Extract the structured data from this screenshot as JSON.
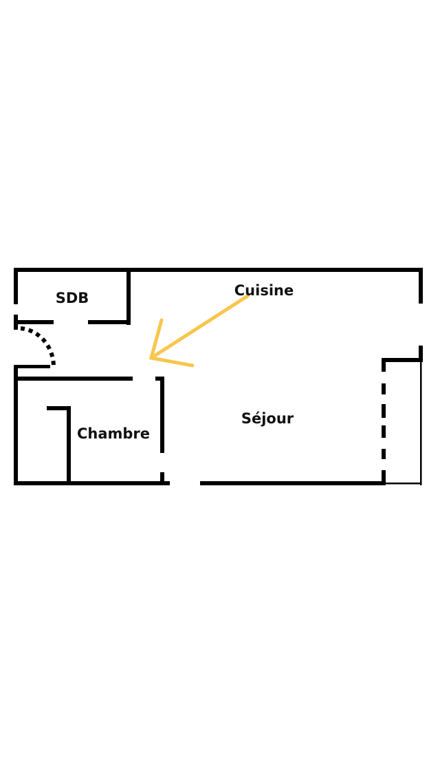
{
  "plan": {
    "rooms": {
      "bathroom": "SDB",
      "kitchen": "Cuisine",
      "living_room": "Séjour",
      "bedroom": "Chambre"
    },
    "colors": {
      "wall": "#000000",
      "arrow": "#F8C64E",
      "background": "#FFFFFF"
    }
  }
}
